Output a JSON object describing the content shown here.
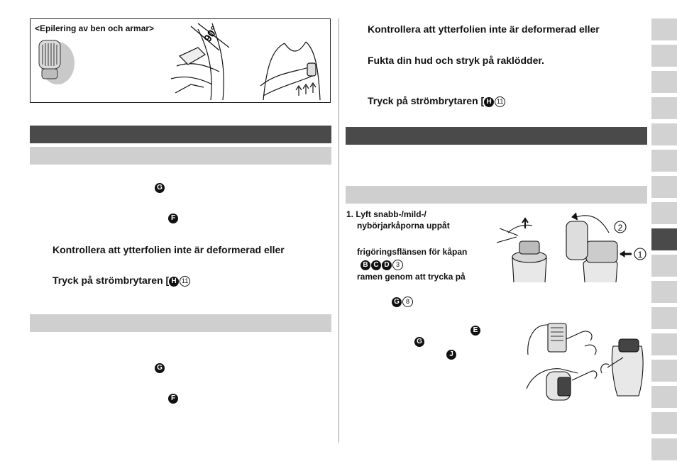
{
  "left": {
    "figure_box": {
      "caption": "<Epilering av ben och armar>",
      "angle_label": "90°"
    },
    "icons": [
      "G",
      "F",
      "G",
      "F"
    ],
    "instruction_check_foil": "Kontrollera att ytterfolien inte är deformerad eller",
    "instruction_power_text": "Tryck på strömbrytaren [",
    "instruction_power_letter": "H",
    "instruction_power_number": "11"
  },
  "right": {
    "instruction_check_foil": "Kontrollera att ytterfolien inte är deformerad eller",
    "instruction_moisten": "Fukta din hud och stryk på raklödder.",
    "instruction_power_text": "Tryck på strömbrytaren [",
    "instruction_power_letter": "H",
    "instruction_power_number": "11",
    "step1_line1": "1. Lyft snabb-/mild-/",
    "step1_line2": "nybörjarkåporna uppåt",
    "step1_line3": "frigöringsflänsen för kåpan",
    "step1_letters": [
      "B",
      "C",
      "D"
    ],
    "step1_number": "3",
    "step1_line4": "ramen genom att trycka på",
    "g8_letter": "G",
    "g8_number": "8",
    "icon_e": "E",
    "icon_g": "G",
    "icon_j": "J",
    "figure_labels": [
      "2",
      "1"
    ]
  },
  "tabs": {
    "count": 17,
    "active_index": 8
  }
}
